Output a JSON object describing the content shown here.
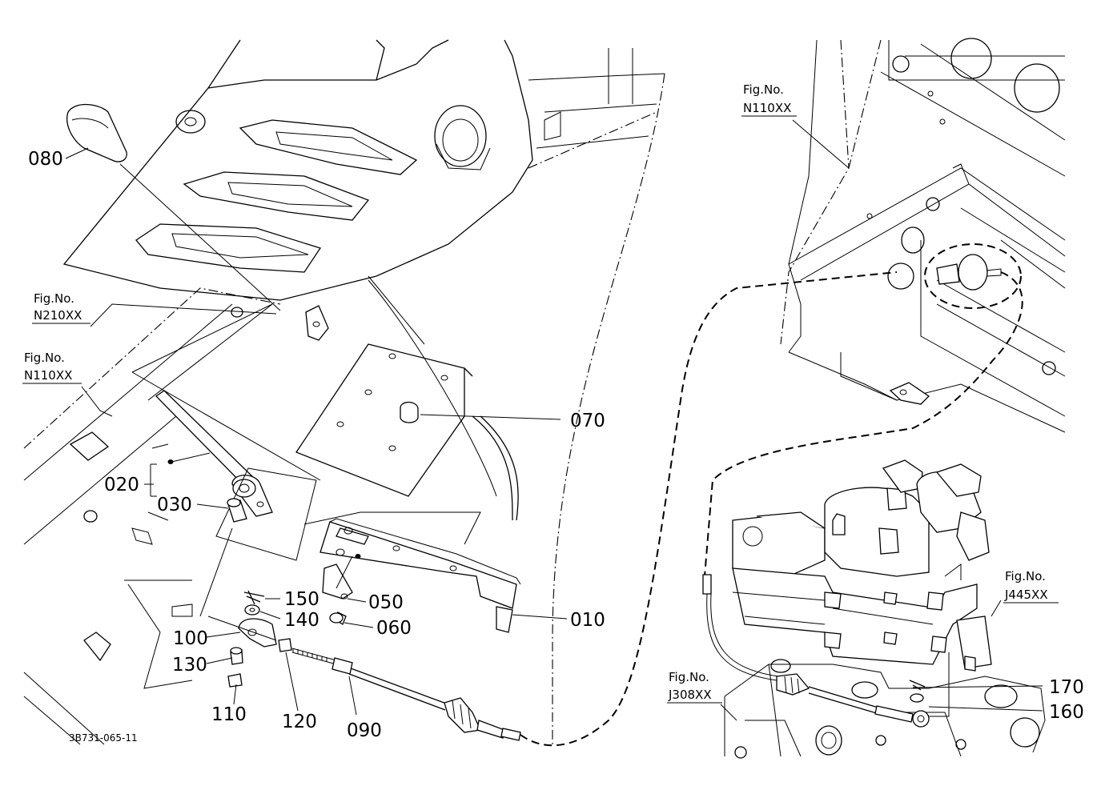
{
  "drawing_code": "3B731-065-11",
  "part_labels": {
    "p010": "010",
    "p020": "020",
    "p030": "030",
    "p050": "050",
    "p060": "060",
    "p070": "070",
    "p080": "080",
    "p090": "090",
    "p100": "100",
    "p110": "110",
    "p120": "120",
    "p130": "130",
    "p140": "140",
    "p150": "150",
    "p160": "160",
    "p170": "170"
  },
  "figure_refs": {
    "n210_top": "Fig.No.",
    "n210_code": "N210XX",
    "n110_left_top": "Fig.No.",
    "n110_left_code": "N110XX",
    "n110_right_top": "Fig.No.",
    "n110_right_code": "N110XX",
    "j445_top": "Fig.No.",
    "j445_code": "J445XX",
    "j308_top": "Fig.No.",
    "j308_code": "J308XX"
  }
}
